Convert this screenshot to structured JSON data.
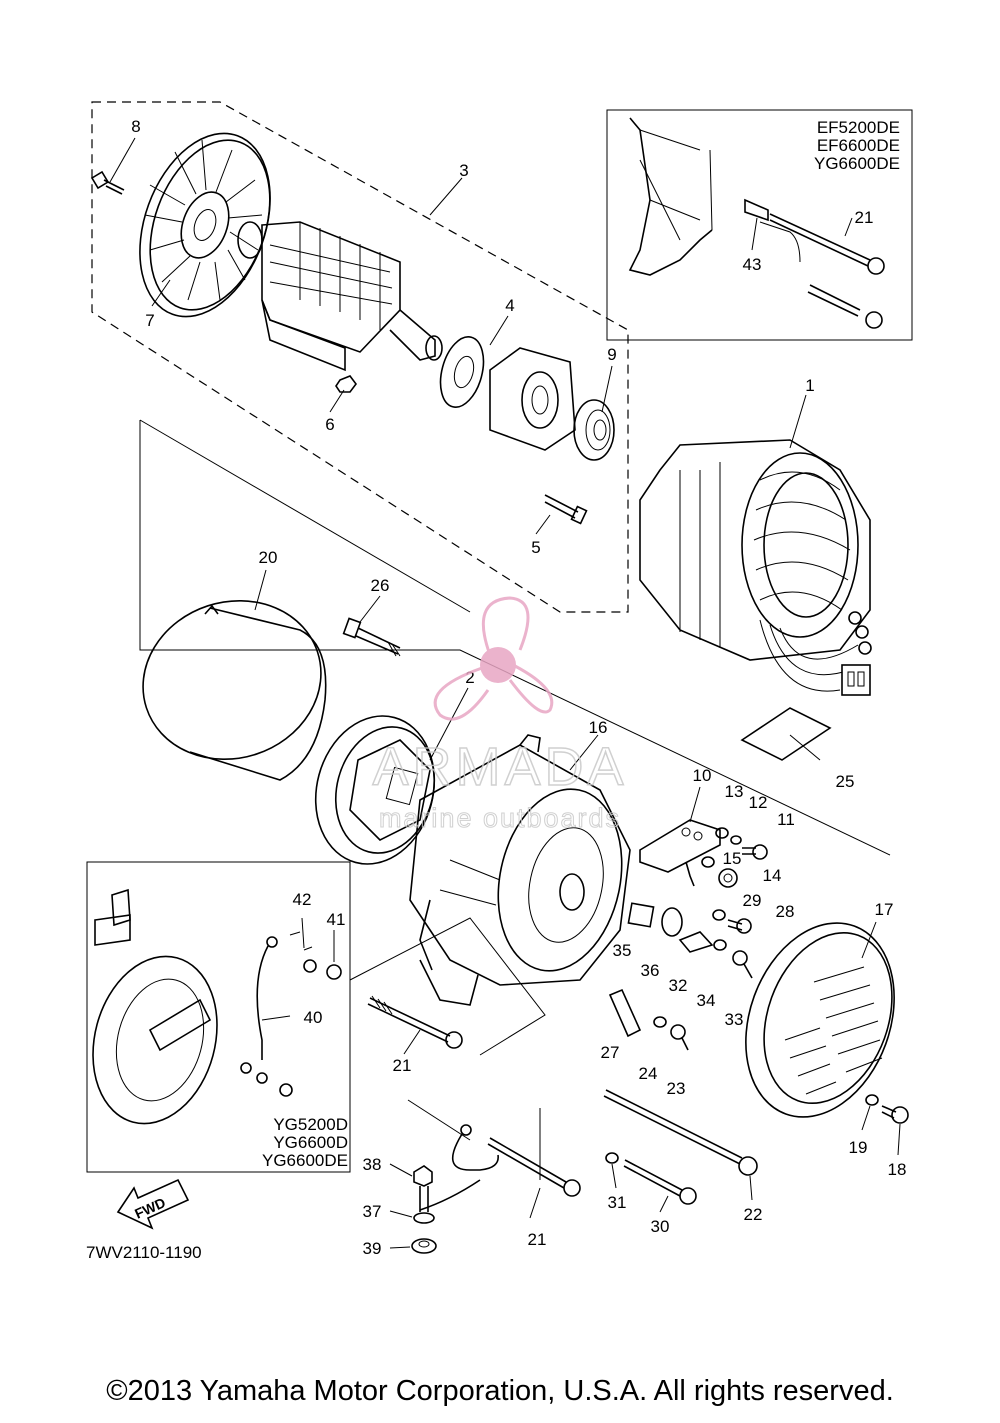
{
  "diagram": {
    "part_numbers": [
      "1",
      "2",
      "3",
      "4",
      "5",
      "6",
      "7",
      "8",
      "9",
      "10",
      "11",
      "12",
      "13",
      "14",
      "15",
      "16",
      "17",
      "18",
      "19",
      "20",
      "21",
      "22",
      "23",
      "24",
      "25",
      "26",
      "27",
      "28",
      "29",
      "30",
      "31",
      "32",
      "33",
      "34",
      "35",
      "36",
      "37",
      "38",
      "39",
      "40",
      "41",
      "42",
      "43"
    ],
    "repeat_label_21": "21",
    "inset_top_right_models": [
      "EF5200DE",
      "EF6600DE",
      "YG6600DE"
    ],
    "inset_bottom_left_models": [
      "YG5200D",
      "YG6600D",
      "YG6600DE"
    ],
    "fwd_label": "FWD",
    "diagram_code": "7WV2110-1190"
  },
  "watermark": {
    "brand": "ARMADA",
    "tagline": "marine outboards",
    "color": "#e8a6c4"
  },
  "copyright": "©2013 Yamaha Motor Corporation, U.S.A. All rights reserved."
}
